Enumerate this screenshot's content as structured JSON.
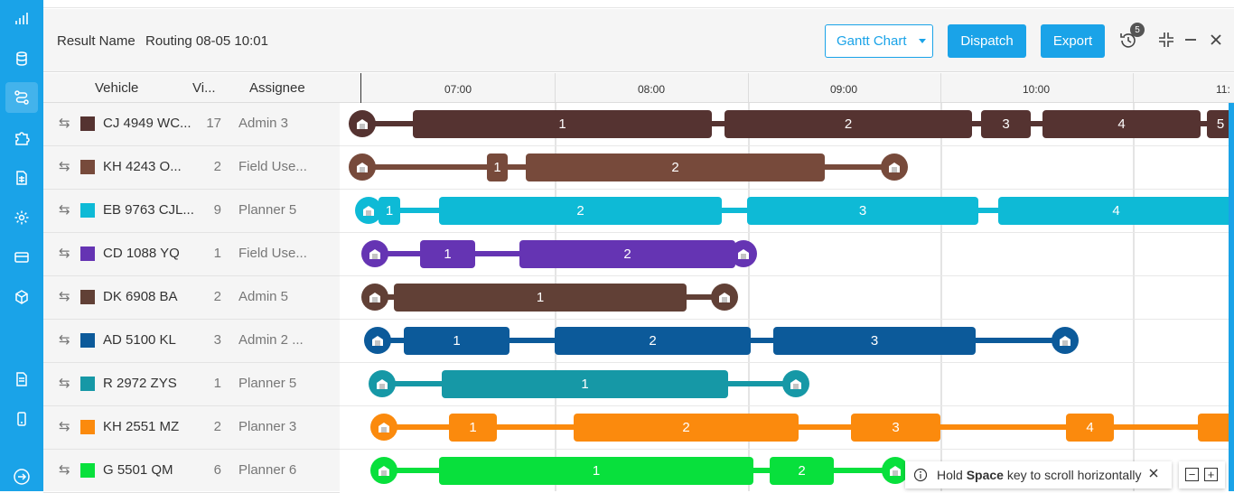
{
  "sidebar": {
    "icons": [
      "chart-icon",
      "database-icon",
      "routes-icon",
      "puzzle-icon",
      "spreadsheet-icon",
      "settings-icon",
      "card-icon",
      "cube-icon",
      "document-icon",
      "mobile-icon",
      "expand-icon"
    ],
    "color": "#1aa3e8"
  },
  "header": {
    "result_label": "Result Name",
    "result_value": "Routing 08-05 10:01",
    "view_select": "Gantt Chart",
    "dispatch_label": "Dispatch",
    "export_label": "Export",
    "history_badge": "5"
  },
  "grid": {
    "columns": [
      "Vehicle",
      "Vi...",
      "Assignee"
    ],
    "rows": [
      {
        "color": "#553331",
        "vehicle": "CJ 4949 WC...",
        "visits": "17",
        "assignee": "Admin 3"
      },
      {
        "color": "#774a3b",
        "vehicle": "KH 4243 O...",
        "visits": "2",
        "assignee": "Field Use..."
      },
      {
        "color": "#0ebad6",
        "vehicle": "EB 9763 CJL...",
        "visits": "9",
        "assignee": "Planner 5"
      },
      {
        "color": "#6534b3",
        "vehicle": "CD 1088 YQ",
        "visits": "1",
        "assignee": "Field Use..."
      },
      {
        "color": "#614036",
        "vehicle": "DK 6908 BA",
        "visits": "2",
        "assignee": "Admin 5"
      },
      {
        "color": "#0c5a9a",
        "vehicle": "AD 5100 KL",
        "visits": "3",
        "assignee": "Admin 2 ..."
      },
      {
        "color": "#1698a6",
        "vehicle": "R 2972 ZYS",
        "visits": "1",
        "assignee": "Planner 5"
      },
      {
        "color": "#fb8a0d",
        "vehicle": "KH 2551 MZ",
        "visits": "2",
        "assignee": "Planner 3"
      },
      {
        "color": "#08e03c",
        "vehicle": "G 5501 QM",
        "visits": "6",
        "assignee": "Planner 6"
      }
    ]
  },
  "timeline": {
    "ticks": [
      "07:00",
      "08:00",
      "09:00",
      "10:00",
      "11:"
    ]
  },
  "gantt": {
    "rows": [
      {
        "color": "#553331",
        "track": [
          10,
          990
        ],
        "depots": [
          25
        ],
        "bars": [
          [
            81,
            412,
            "1"
          ],
          [
            426,
            700,
            "2"
          ],
          [
            710,
            765,
            "3"
          ],
          [
            778,
            953,
            "4"
          ],
          [
            960,
            990,
            "5"
          ]
        ]
      },
      {
        "color": "#774a3b",
        "track": [
          15,
          614
        ],
        "depots": [
          25,
          614
        ],
        "bars": [
          [
            163,
            186,
            "1"
          ],
          [
            206,
            537,
            "2"
          ]
        ]
      },
      {
        "color": "#0ebad6",
        "track": [
          22,
          990
        ],
        "depots": [
          32
        ],
        "bars": [
          [
            43,
            67,
            "1"
          ],
          [
            110,
            423,
            "2"
          ],
          [
            451,
            707,
            "3"
          ],
          [
            729,
            990,
            "4"
          ]
        ]
      },
      {
        "color": "#6534b3",
        "track": [
          30,
          447
        ],
        "depots": [
          39,
          447
        ],
        "bars": [
          [
            89,
            150,
            "1"
          ],
          [
            199,
            438,
            "2"
          ]
        ]
      },
      {
        "color": "#614036",
        "track": [
          30,
          426
        ],
        "depots": [
          39,
          426
        ],
        "bars": [
          [
            60,
            384,
            "1"
          ]
        ]
      },
      {
        "color": "#0c5a9a",
        "track": [
          33,
          803
        ],
        "depots": [
          42,
          803
        ],
        "bars": [
          [
            71,
            188,
            "1"
          ],
          [
            238,
            455,
            "2"
          ],
          [
            480,
            704,
            "3"
          ]
        ]
      },
      {
        "color": "#1698a6",
        "track": [
          40,
          505
        ],
        "depots": [
          47,
          505
        ],
        "bars": [
          [
            113,
            430,
            "1"
          ]
        ]
      },
      {
        "color": "#fb8a0d",
        "track": [
          40,
          990
        ],
        "depots": [
          49
        ],
        "bars": [
          [
            121,
            174,
            "1"
          ],
          [
            259,
            508,
            "2"
          ],
          [
            566,
            665,
            "3"
          ],
          [
            804,
            857,
            "4"
          ],
          [
            950,
            990,
            ""
          ]
        ]
      },
      {
        "color": "#08e03c",
        "track": [
          40,
          615
        ],
        "depots": [
          49,
          615
        ],
        "bars": [
          [
            110,
            458,
            "1"
          ],
          [
            476,
            547,
            "2"
          ]
        ]
      }
    ]
  },
  "hint": {
    "prefix": "Hold",
    "key": "Space",
    "suffix": "key to scroll horizontally"
  },
  "zoom": {
    "minus": "−",
    "plus": "+"
  }
}
